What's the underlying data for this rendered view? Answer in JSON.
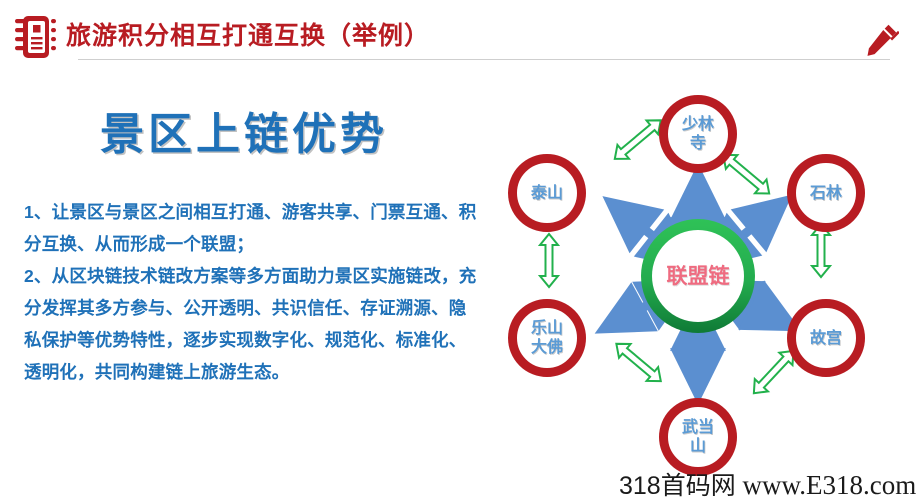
{
  "header": {
    "title": "旅游积分相互打通互换（举例）",
    "brand_color": "#b81c22",
    "icon": "notebook-icon",
    "edit_icon": "pencil-icon"
  },
  "left_panel": {
    "heading": "景区上链优势",
    "heading_color": "#1f71b8",
    "paragraphs": [
      "1、让景区与景区之间相互打通、游客共享、门票互通、积分互换、从而形成一个联盟；",
      "2、从区块链技术链改方案等多方面助力景区实施链改，充分发挥其多方参与、公开透明、共识信任、存证溯源、隐私保护等优势特性，逐步实现数字化、规范化、标准化、透明化，共同构建链上旅游生态。"
    ]
  },
  "diagram": {
    "type": "hub-and-spoke",
    "hub": {
      "label": "联盟链",
      "line1": "联盟",
      "line2": "链",
      "ring_color": "#22b14c",
      "text_color": "#ef6b80"
    },
    "node_ring_color": "#b81c22",
    "node_text_color": "#5b9bd5",
    "spoke_arrow_color": "#5b8fd0",
    "perimeter_arrow_color": "#22b14c",
    "nodes": [
      {
        "id": "shaolin",
        "line1": "少林",
        "line2": "寺",
        "label": "少林寺",
        "position": "top"
      },
      {
        "id": "shilin",
        "line1": "石林",
        "line2": "",
        "label": "石林",
        "position": "top-right"
      },
      {
        "id": "gugong",
        "line1": "故宫",
        "line2": "",
        "label": "故宫",
        "position": "bottom-right"
      },
      {
        "id": "wudangshan",
        "line1": "武当",
        "line2": "山",
        "label": "武当山",
        "position": "bottom"
      },
      {
        "id": "leshandafo",
        "line1": "乐山",
        "line2": "大佛",
        "label": "乐山大佛",
        "position": "bottom-left"
      },
      {
        "id": "taishan",
        "line1": "泰山",
        "line2": "",
        "label": "泰山",
        "position": "top-left"
      }
    ]
  },
  "watermark": {
    "cn": "318首码网",
    "url": "www.E318.com"
  }
}
